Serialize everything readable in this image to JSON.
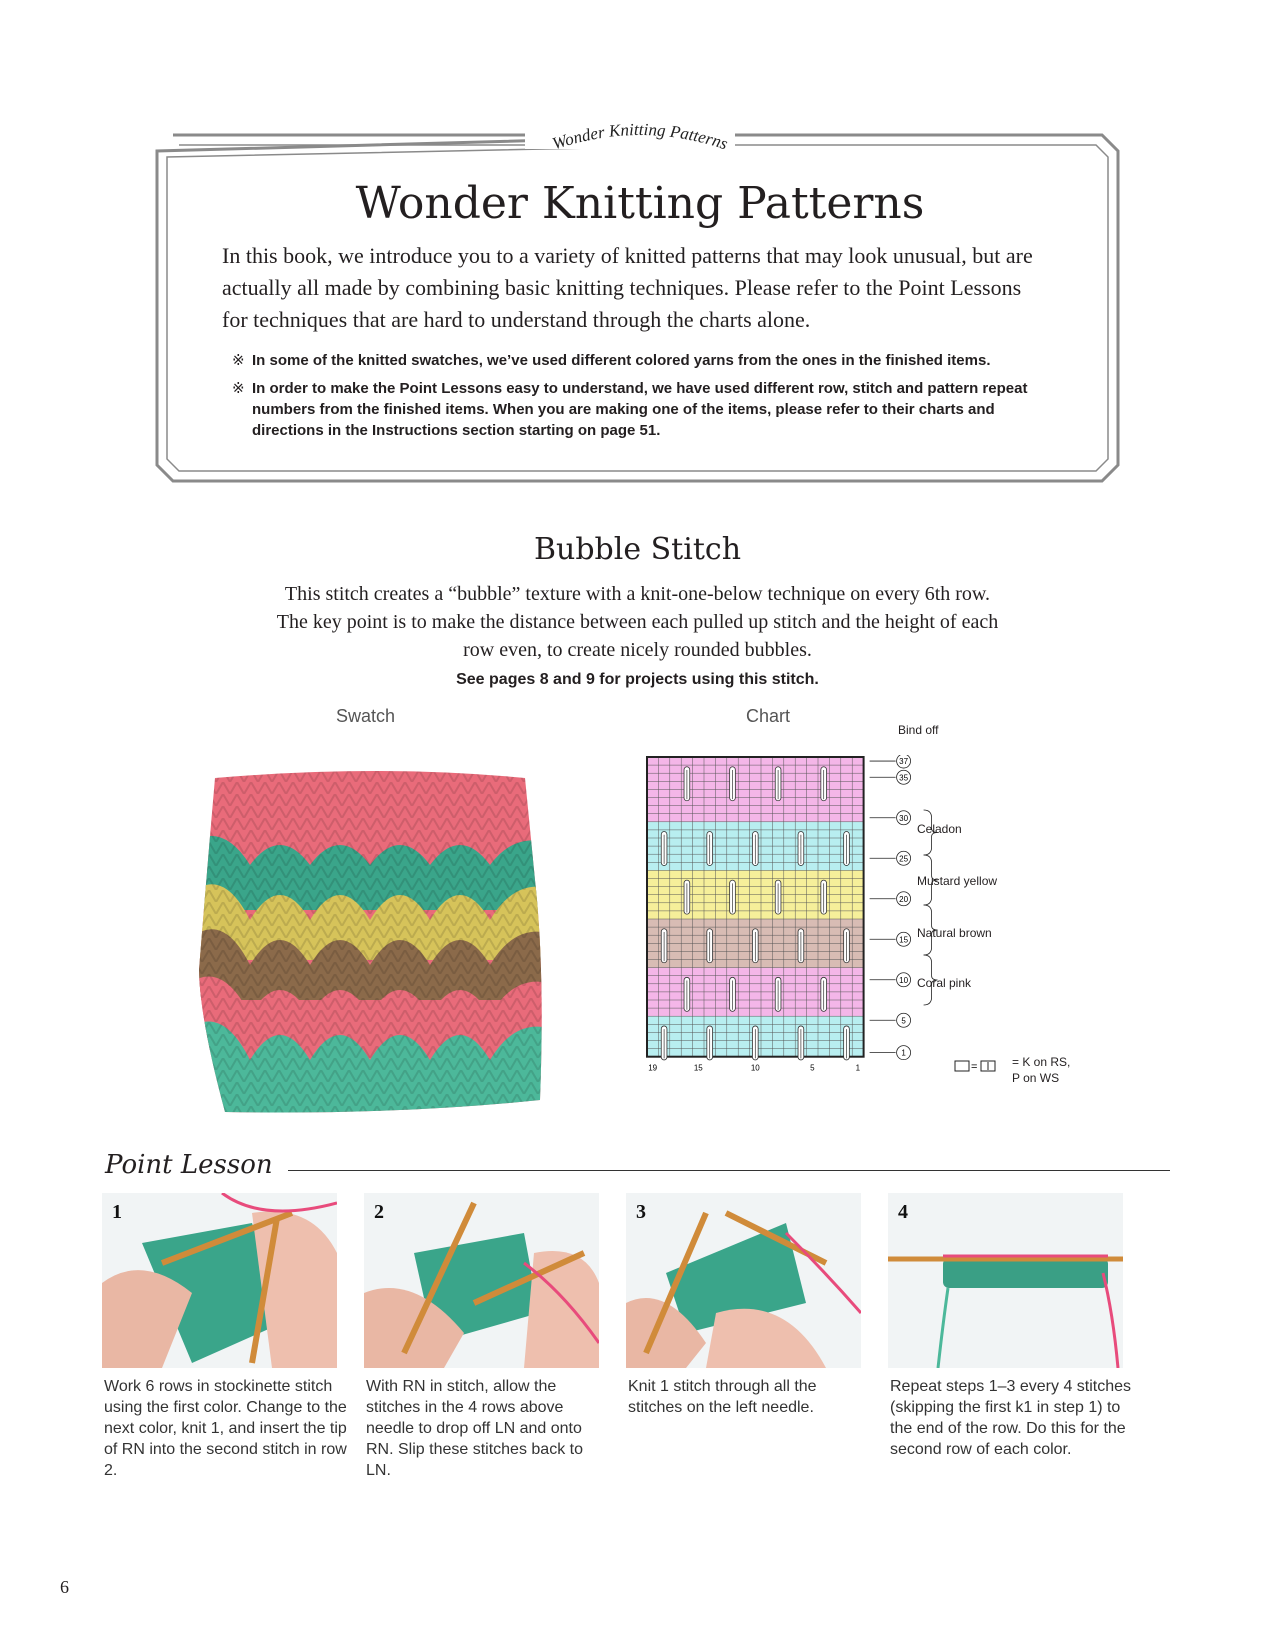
{
  "intro": {
    "tag": "Wonder Knitting Patterns",
    "title": "Wonder Knitting Patterns",
    "body": "In this book, we introduce you to a variety of knitted patterns that may look unusual, but are actually all made by combining basic knitting techniques. Please refer to the Point Lessons for techniques that are hard to understand through the charts alone.",
    "note_mark": "※",
    "notes": [
      "In some of the knitted swatches, we’ve used different colored yarns from the ones in the finished items.",
      "In order to make the Point Lessons easy to understand, we have used different row, stitch and pattern repeat numbers from the finished items. When you are making one of the items, please refer to their charts and directions in the Instructions section starting on page 51."
    ]
  },
  "section": {
    "title": "Bubble Stitch",
    "description": "This stitch creates a “bubble” texture with a knit-one-below technique on every 6th row. The key point is to make the distance between each pulled up stitch and the height of each row even, to create nicely rounded bubbles.",
    "projects_note": "See pages 8 and 9 for projects using this stitch."
  },
  "swatch": {
    "caption": "Swatch"
  },
  "chart": {
    "caption": "Chart",
    "bind_off": "Bind off",
    "row_markers": [
      "37",
      "35",
      "30",
      "25",
      "20",
      "15",
      "10",
      "5",
      "1"
    ],
    "color_labels": [
      "Celadon",
      "Mustard yellow",
      "Natural brown",
      "Coral pink"
    ],
    "col_numbers": [
      "19",
      "15",
      "10",
      "5",
      "1"
    ],
    "legend_text": "= K on RS,",
    "legend_text2": "P on WS",
    "colors": {
      "coral_pink": "#f4b6e8",
      "celadon": "#b8eef0",
      "mustard": "#f6ef9a",
      "brown": "#d8bcb4"
    }
  },
  "point_lesson": {
    "title": "Point Lesson",
    "steps": [
      {
        "num": "1",
        "text": "Work 6 rows in stockinette stitch using the first color. Change to the next color, knit 1, and insert the tip of RN into the second stitch in row 2."
      },
      {
        "num": "2",
        "text": "With RN in stitch, allow the stitches in the 4 rows above needle to drop off LN and onto RN. Slip these stitches back to LN."
      },
      {
        "num": "3",
        "text": "Knit 1 stitch through all the stitches on the left needle."
      },
      {
        "num": "4",
        "text": "Repeat steps 1–3 every 4 stitches (skipping the first k1 in step 1) to the end of the row. Do this for the second row of each color."
      }
    ]
  },
  "page_number": "6"
}
